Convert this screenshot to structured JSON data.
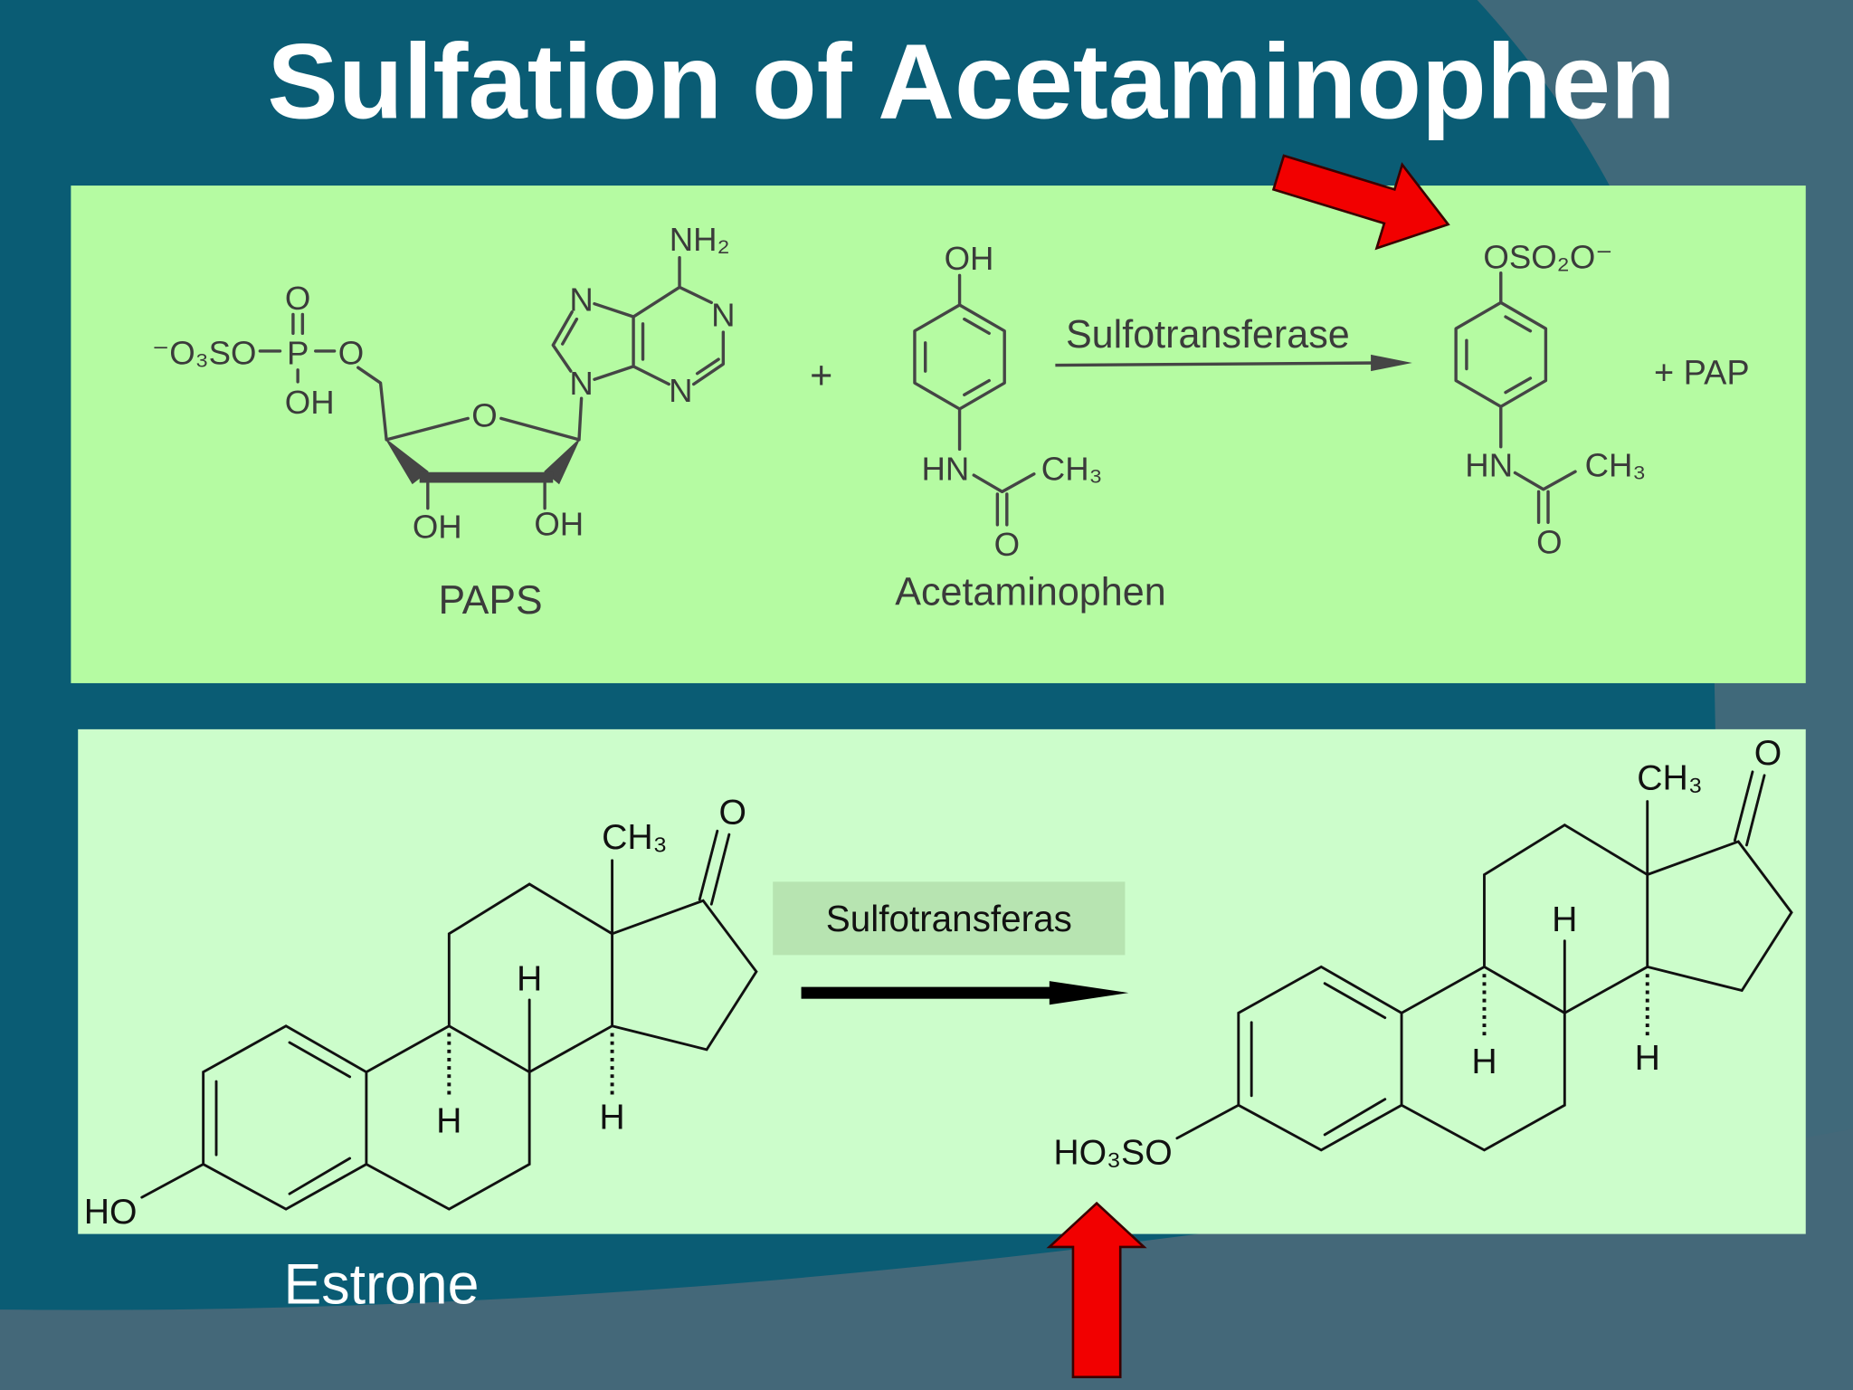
{
  "slide": {
    "title": "Sulfation of Acetaminophen",
    "estrone_caption": "Estrone"
  },
  "top_reaction": {
    "paps": {
      "phosphate_oxo": "O",
      "sulfate_group": "⁻O₃SO",
      "phosphorus": "P",
      "bridge_oxygen": "O",
      "phosphate_oh": "OH",
      "ring_oxygen": "O",
      "hydroxyl_3": "OH",
      "hydroxyl_2": "OH",
      "amino": "NH₂",
      "n7": "N",
      "n1": "N",
      "n9": "N",
      "n3": "N",
      "label": "PAPS"
    },
    "plus": "+",
    "acetaminophen": {
      "hydroxyl": "OH",
      "amide_nh": "HN",
      "methyl": "CH₃",
      "carbonyl_o": "O",
      "label": "Acetaminophen"
    },
    "enzyme": "Sulfotransferase",
    "product": {
      "sulfate": "OSO₂O⁻",
      "amide_nh": "HN",
      "methyl": "CH₃",
      "carbonyl_o": "O"
    },
    "byproduct": "+ PAP"
  },
  "bottom_reaction": {
    "estrone": {
      "carbonyl_o": "O",
      "methyl": "CH₃",
      "h_c8": "H",
      "h_c9": "H",
      "h_c14": "H",
      "hydroxyl": "HO"
    },
    "enzyme": "Sulfotransferas",
    "estrone_sulfate": {
      "carbonyl_o": "O",
      "methyl": "CH₃",
      "h_c8": "H",
      "h_c9": "H",
      "h_c14": "H",
      "sulfate": "HO₃SO"
    }
  },
  "colors": {
    "background": "#0a5c74",
    "panel_top": "#b5fba2",
    "panel_bottom": "#ccfdcb",
    "enzyme_box": "#b7e4b1",
    "highlight_arrow": "#f20000"
  }
}
